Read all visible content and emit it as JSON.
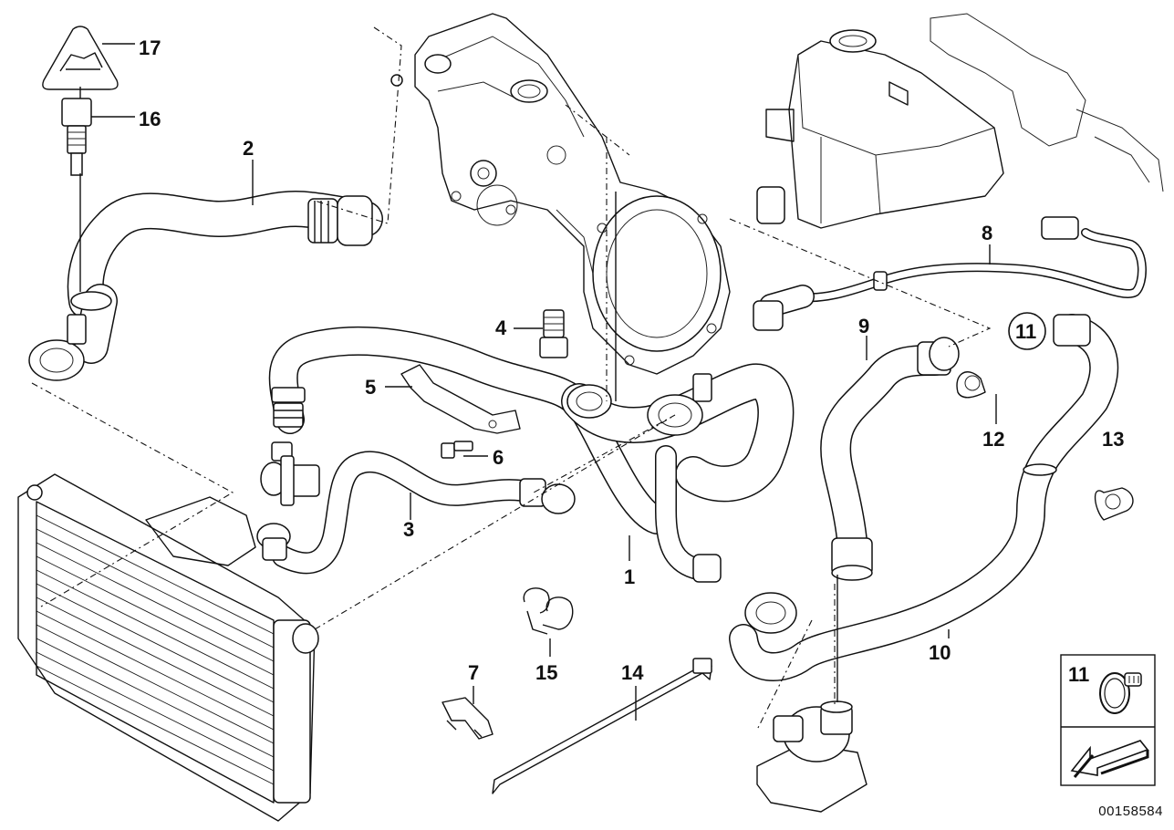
{
  "callouts": [
    {
      "id": "c1",
      "text": "1"
    },
    {
      "id": "c2",
      "text": "2"
    },
    {
      "id": "c3",
      "text": "3"
    },
    {
      "id": "c4",
      "text": "4"
    },
    {
      "id": "c5",
      "text": "5"
    },
    {
      "id": "c6",
      "text": "6"
    },
    {
      "id": "c7",
      "text": "7"
    },
    {
      "id": "c8",
      "text": "8"
    },
    {
      "id": "c9",
      "text": "9"
    },
    {
      "id": "c10",
      "text": "10"
    },
    {
      "id": "c11",
      "text": "11"
    },
    {
      "id": "c12",
      "text": "12"
    },
    {
      "id": "c13",
      "text": "13"
    },
    {
      "id": "c14",
      "text": "14"
    },
    {
      "id": "c15",
      "text": "15"
    },
    {
      "id": "c16",
      "text": "16"
    },
    {
      "id": "c17",
      "text": "17"
    }
  ],
  "legend_box": {
    "label": "11"
  },
  "reference_number": "00158584"
}
